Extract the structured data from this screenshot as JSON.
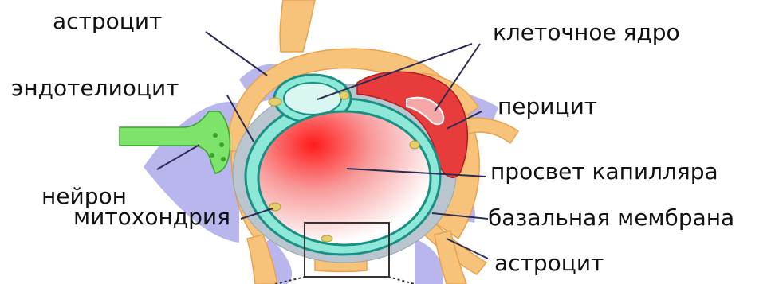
{
  "labels": {
    "astrocyte_top": "астроцит",
    "nucleus": "клеточное ядро",
    "endothelial": "эндотелиоцит",
    "pericyte": "перицит",
    "lumen": "просвет капилляра",
    "neuron": "нейрон",
    "mitochondria": "митохондрия",
    "basal_membrane": "базальная мембрана",
    "astrocyte_bottom": "астроцит"
  },
  "colors": {
    "astrocyte": "#f7c27a",
    "astrocyte_stroke": "#e8a24e",
    "background_tissue": "#b8b6ec",
    "basal_membrane": "#b9c6cf",
    "endothelium": "#8ee8d8",
    "endothelium_stroke": "#1a8f84",
    "lumen_center": "#ff1b1b",
    "lumen_edge": "#ffffff",
    "pericyte": "#e83c3c",
    "pericyte_nucleus": "#f4a7a7",
    "neuron": "#7ee36a",
    "neuron_stroke": "#38a52a",
    "mitochondria": "#e2cf6e",
    "leader_line": "#2b2d55"
  }
}
